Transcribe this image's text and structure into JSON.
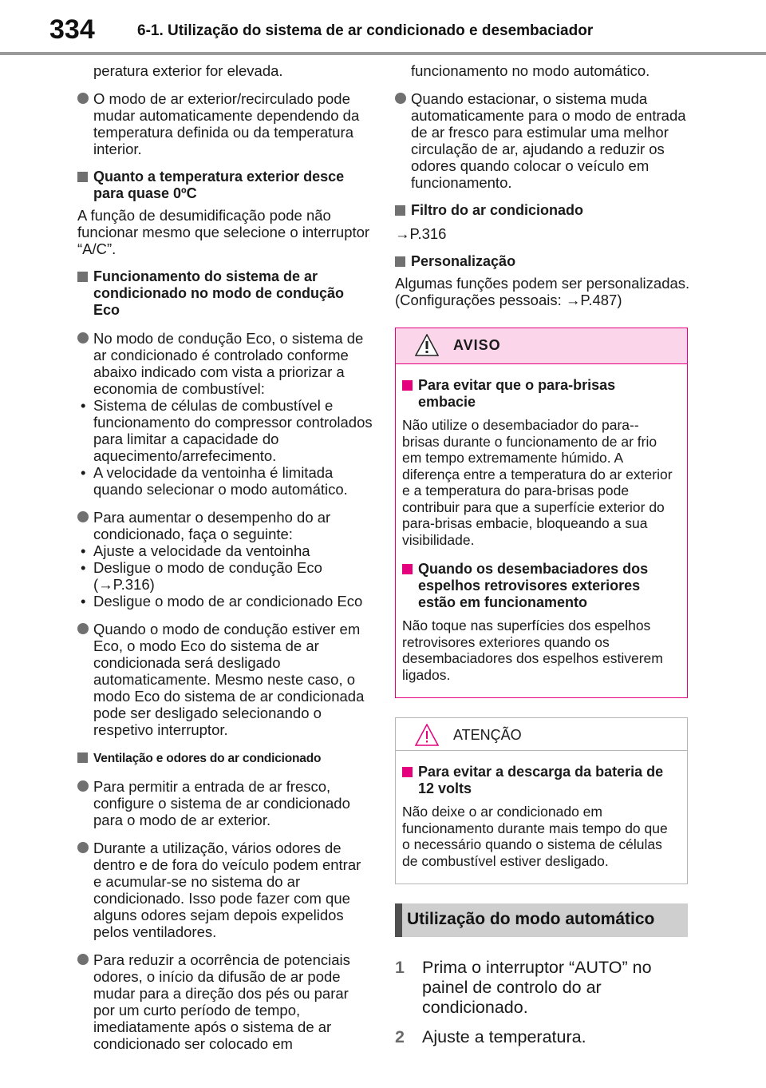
{
  "header": {
    "page_number": "334",
    "section": "6-1. Utilização do sistema de ar condicionado e desembaciador"
  },
  "left": {
    "cont": "peratura exterior for elevada.",
    "b1": "O modo de ar exterior/recirculado pode mudar automaticamente dependendo da temperatura definida ou da temperatura interior.",
    "h1": "Quanto a temperatura exterior desce para quase 0ºC",
    "p1": "A função de desumidificação pode não funcionar mesmo que selecione o interruptor “A/C”.",
    "h2": "Funcionamento do sistema de ar condicionado no modo de condução Eco",
    "b2": "No modo de condução Eco, o sistema de ar condicionado é controlado conforme abaixo indicado com vista a priorizar a economia de combustível:",
    "b2_s1": "Sistema de células de combustível e funcionamento do compressor controlados para limitar a capacidade do aquecimento/arrefecimento.",
    "b2_s2": "A velocidade da ventoinha é limitada quando selecionar o modo automático.",
    "b3": "Para aumentar o desempenho do ar condicionado, faça o seguinte:",
    "b3_s1": "Ajuste a velocidade da ventoinha",
    "b3_s2": "Desligue o modo de condução Eco (→P.316)",
    "b3_s3": "Desligue o modo de ar condicionado Eco",
    "b4": "Quando o modo de condução estiver em Eco, o modo Eco do sistema de ar condicionada será desligado automaticamente. Mesmo neste caso, o modo Eco do sistema de ar condicionada pode ser desligado selecionando o respetivo interruptor.",
    "h3": "Ventilação e odores do ar condicionado",
    "b5": "Para permitir a entrada de ar fresco, configure o sistema de ar condicionado para o modo de ar exterior.",
    "b6": "Durante a utilização, vários odores de dentro e de fora do veículo podem entrar e acumular-se no sistema do ar condicionado. Isso pode fazer com que alguns odores sejam depois expelidos pelos ventiladores.",
    "b7": "Para reduzir a ocorrência de potenciais odores, o início da difusão de ar pode mudar para a direção dos pés ou parar por um curto período de tempo, imediatamente após o sistema de ar condicionado ser colocado em"
  },
  "right": {
    "cont": "funcionamento no modo automático.",
    "b1": "Quando estacionar, o sistema muda automaticamente para o modo de entrada de ar fresco para estimular uma melhor circulação de ar, ajudando a reduzir os odores quando colocar o veículo em funcionamento.",
    "h1": "Filtro do ar condicionado",
    "ref1": "→P.316",
    "h2": "Personalização",
    "p2": "Algumas funções podem ser personalizadas.",
    "p3": "(Configurações pessoais: →P.487)",
    "aviso": {
      "title": "AVISO",
      "h1": "Para evitar que o para-brisas embacie",
      "p1": "Não utilize o desembaciador do para--brisas durante o funcionamento de ar frio em tempo extremamente húmido. A diferença entre a temperatura do ar exterior e a temperatura do para-brisas pode contribuir para que a superfície exterior do para-brisas embacie, bloqueando a sua visibilidade.",
      "h2": "Quando os desembaciadores dos espelhos retrovisores exteriores estão em funcionamento",
      "p2": "Não toque nas superfícies dos espelhos retrovisores exteriores quando os desembaciadores dos espelhos estiverem ligados."
    },
    "atencao": {
      "title": "ATENÇÃO",
      "h1": "Para evitar a descarga da bateria de 12 volts",
      "p1": "Não deixe o ar condicionado em funcionamento durante mais tempo do que o necessário quando o sistema de células de combustível estiver desligado."
    },
    "heading": "Utilização do modo automático",
    "step1_num": "1",
    "step1": "Prima o interruptor “AUTO” no painel de controlo do ar condicionado.",
    "step2_num": "2",
    "step2": "Ajuste a temperatura."
  },
  "colors": {
    "pink": "#e5007e",
    "pink_bg": "#fbd5ea",
    "gray_bullet": "#707070",
    "heading_bg": "#cfcfcf"
  }
}
